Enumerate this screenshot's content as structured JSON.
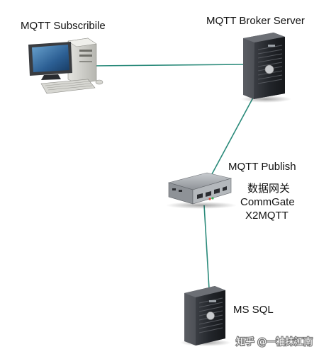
{
  "nodes": {
    "subscriber": {
      "label": "MQTT Subscribile",
      "icon": "desktop-computer-icon"
    },
    "broker": {
      "label": "MQTT Broker Server",
      "icon": "tower-server-icon"
    },
    "gateway": {
      "label_lines": [
        "MQTT Publish",
        "数据网关",
        "CommGate",
        "X2MQTT"
      ],
      "icon": "gateway-device-icon"
    },
    "database": {
      "label": "MS SQL",
      "icon": "tower-server-icon"
    }
  },
  "links": [
    {
      "from": "subscriber",
      "to": "broker"
    },
    {
      "from": "broker",
      "to": "gateway"
    },
    {
      "from": "gateway",
      "to": "database"
    }
  ],
  "colors": {
    "link": "#2a8a7a",
    "server_body": "#2a2c30",
    "text": "#111111"
  },
  "watermark": {
    "text": "知乎 @一袖抹江南"
  }
}
